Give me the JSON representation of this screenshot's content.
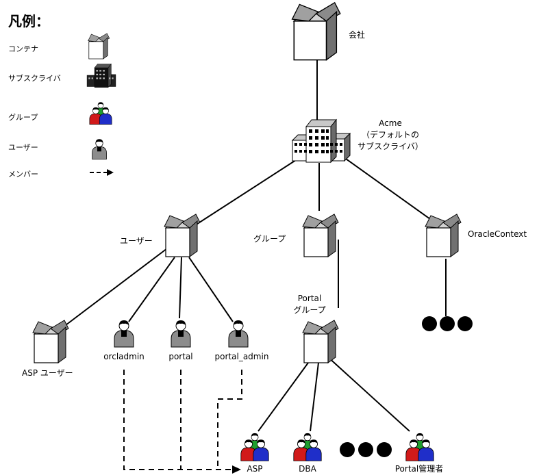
{
  "legend": {
    "title": "凡例：",
    "container": "コンテナ",
    "subscriber": "サブスクライバ",
    "group": "グループ",
    "user": "ユーザー",
    "member": "メンバー"
  },
  "nodes": {
    "company": "会社",
    "acme_line1": "Acme",
    "acme_line2": "（デフォルトの",
    "acme_line3": "サブスクライバ）",
    "users": "ユーザー",
    "groups": "グループ",
    "oracle_context": "OracleContext",
    "asp_users": "ASP ユーザー",
    "orcladmin": "orcladmin",
    "portal": "portal",
    "portal_admin": "portal_admin",
    "portal_groups_line1": "Portal",
    "portal_groups_line2": "グループ",
    "asp": "ASP",
    "dba": "DBA",
    "portal_admins": "Portal管理者"
  }
}
